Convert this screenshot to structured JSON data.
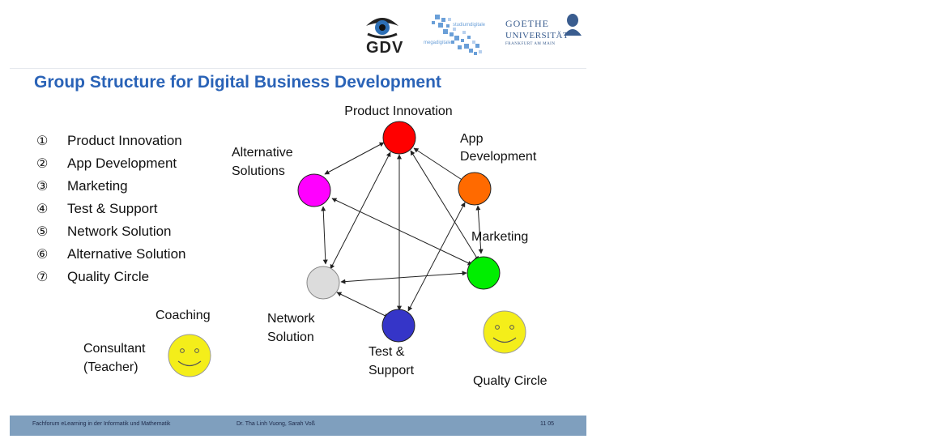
{
  "logos": {
    "gdv": "GDV",
    "studiumdigitale_main": "studiumdigitale",
    "studiumdigitale_sub": "megadigitale",
    "goethe_line1": "GOETHE",
    "goethe_line2": "UNIVERSITÄT",
    "goethe_line3": "FRANKFURT AM MAIN"
  },
  "title": "Group Structure for Digital Business Development",
  "legend": [
    {
      "num": "①",
      "label": "Product Innovation"
    },
    {
      "num": "②",
      "label": "App Development"
    },
    {
      "num": "③",
      "label": "Marketing"
    },
    {
      "num": "④",
      "label": "Test & Support"
    },
    {
      "num": "⑤",
      "label": "Network Solution"
    },
    {
      "num": "⑥",
      "label": "Alternative Solution"
    },
    {
      "num": "⑦",
      "label": "Quality Circle"
    }
  ],
  "nodes": {
    "product_innovation": {
      "label": "Product Innovation",
      "color": "#ff0000"
    },
    "app_development": {
      "line1": "App",
      "line2": "Development",
      "color": "#ff6a00"
    },
    "marketing": {
      "label": "Marketing",
      "color": "#00ee00"
    },
    "test_support": {
      "line1": "Test &",
      "line2": "Support",
      "color": "#3535c8"
    },
    "network_solution": {
      "line1": "Network",
      "line2": "Solution",
      "color": "#dcdcdc"
    },
    "alternative_solutions": {
      "line1": "Alternative",
      "line2": "Solutions",
      "color": "#ff00ff"
    }
  },
  "coaching": {
    "label": "Coaching",
    "consultant_line1": "Consultant",
    "consultant_line2": "(Teacher)"
  },
  "quality_circle": {
    "label": "Qualty Circle"
  },
  "footer": {
    "left": "Fachforum eLearning in der Informatik und Mathematik",
    "middle": "Dr. Tha Linh Vuong, Sarah Voß",
    "right": "11 05"
  }
}
